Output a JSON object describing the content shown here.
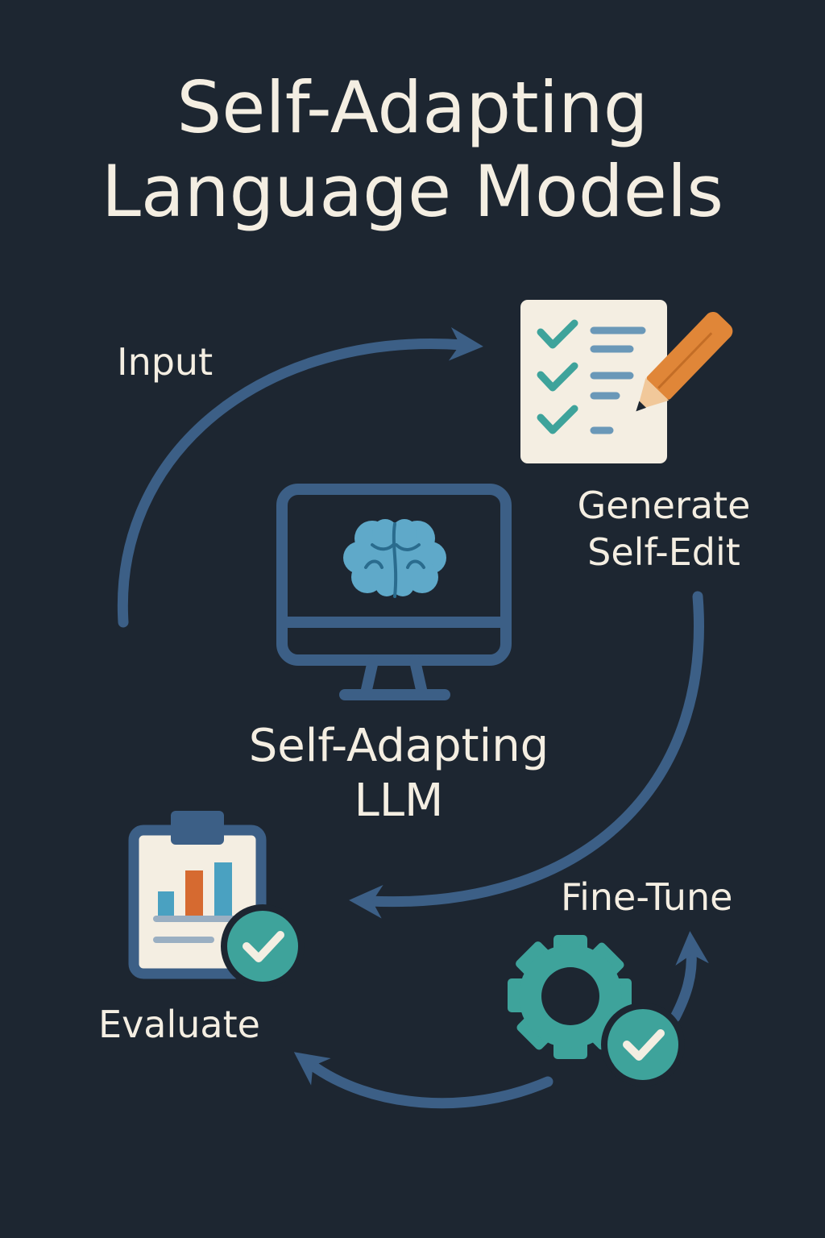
{
  "title": {
    "line1": "Self-Adapting",
    "line2": "Language Models"
  },
  "nodes": {
    "input": {
      "label": "Input"
    },
    "generate": {
      "line1": "Generate",
      "line2": "Self-Edit",
      "icon": "checklist-pencil-icon"
    },
    "center": {
      "line1": "Self-Adapting",
      "line2": "LLM",
      "icon": "monitor-brain-icon"
    },
    "evaluate": {
      "label": "Evaluate",
      "icon": "clipboard-chart-check-icon"
    },
    "finetune": {
      "label": "Fine-Tune",
      "icon": "gear-check-icon"
    }
  },
  "colors": {
    "background": "#1d2631",
    "arrow": "#3c5f86",
    "text": "#f4eee2",
    "teal": "#3ea39b",
    "orange": "#e08638",
    "paper": "#f4eee2"
  }
}
